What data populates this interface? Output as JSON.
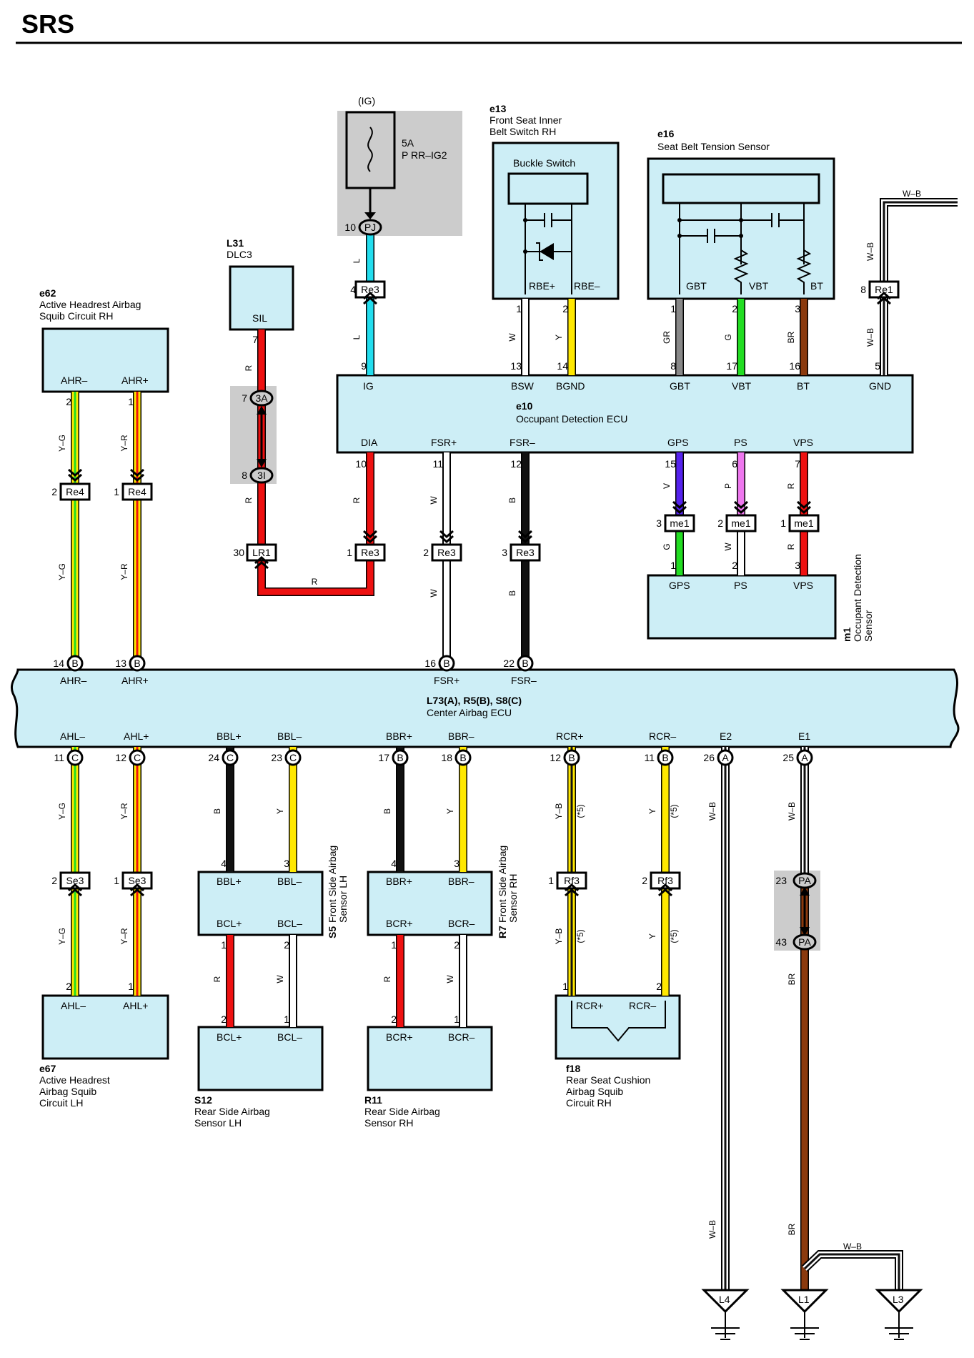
{
  "page_title": "SRS",
  "colors": {
    "box_fill": "#cdeef6",
    "connector_fill": "#cccccc",
    "Y": "#ffe800",
    "G": "#22dd22",
    "R": "#ee1111",
    "B": "#111111",
    "W": "#ffffff",
    "L": "#22ddee",
    "V": "#5522ee",
    "P": "#ee77ee",
    "GR": "#888888",
    "BR": "#8b3a0e"
  },
  "components": {
    "fuse": {
      "ig": "(IG)",
      "rating": "5A",
      "name": "P RR–IG2"
    },
    "e13": {
      "code": "e13",
      "name1": "Front Seat Inner",
      "name2": "Belt Switch RH",
      "inner": "Buckle Switch",
      "p1": "RBE+",
      "p2": "RBE–"
    },
    "e16": {
      "code": "e16",
      "name1": "Seat Belt Tension Sensor",
      "p1": "GBT",
      "p2": "VBT",
      "p3": "BT"
    },
    "l31": {
      "code": "L31",
      "name1": "DLC3",
      "p1": "SIL"
    },
    "e62": {
      "code": "e62",
      "name1": "Active Headrest Airbag",
      "name2": "Squib Circuit RH",
      "p1": "AHR–",
      "p2": "AHR+"
    },
    "e10": {
      "code": "e10",
      "name1": "Occupant Detection ECU",
      "top": [
        "IG",
        "BSW",
        "BGND",
        "GBT",
        "VBT",
        "BT",
        "GND"
      ],
      "bottom": [
        "DIA",
        "FSR+",
        "FSR–",
        "GPS",
        "PS",
        "VPS"
      ]
    },
    "m1": {
      "code": "m1",
      "name1": "Occupant Detection",
      "name2": "Sensor",
      "p1": "GPS",
      "p2": "PS",
      "p3": "VPS"
    },
    "center": {
      "code": "L73(A), R5(B), S8(C)",
      "name1": "Center Airbag ECU",
      "top": [
        "AHR–",
        "AHR+",
        "FSR+",
        "FSR–"
      ],
      "bottom": [
        "AHL–",
        "AHL+",
        "BBL+",
        "BBL–",
        "BBR+",
        "BBR–",
        "RCR+",
        "RCR–",
        "E2",
        "E1"
      ]
    },
    "s5": {
      "code": "S5",
      "name1": "Front Side Airbag",
      "name2": "Sensor LH",
      "p1": "BBL+",
      "p2": "BBL–",
      "p3": "BCL+",
      "p4": "BCL–"
    },
    "r7": {
      "code": "R7",
      "name1": "Front Side Airbag",
      "name2": "Sensor RH",
      "p1": "BBR+",
      "p2": "BBR–",
      "p3": "BCR+",
      "p4": "BCR–"
    },
    "e67": {
      "code": "e67",
      "name1": "Active Headrest",
      "name2": "Airbag Squib",
      "name3": "Circuit LH",
      "p1": "AHL–",
      "p2": "AHL+"
    },
    "s12": {
      "code": "S12",
      "name1": "Rear Side Airbag",
      "name2": "Sensor LH",
      "p1": "BCL+",
      "p2": "BCL–"
    },
    "r11": {
      "code": "R11",
      "name1": "Rear Side Airbag",
      "name2": "Sensor RH",
      "p1": "BCR+",
      "p2": "BCR–"
    },
    "f18": {
      "code": "f18",
      "name1": "Rear Seat Cushion",
      "name2": "Airbag Squib",
      "name3": "Circuit RH",
      "p1": "RCR+",
      "p2": "RCR–"
    }
  },
  "grounds": [
    "L4",
    "L1",
    "L3"
  ],
  "note": "(*5)",
  "connectors": {
    "PJ": "PJ",
    "Re3": "Re3",
    "Re1": "Re1",
    "Re4": "Re4",
    "LR1": "LR1",
    "3A": "3A",
    "3I": "3I",
    "me1": "me1",
    "Se3": "Se3",
    "Rf3": "Rf3",
    "PA": "PA",
    "A": "A",
    "B": "B",
    "C": "C"
  },
  "wire_labels": {
    "YG": "Y–G",
    "YR": "Y–R",
    "YB": "Y–B",
    "WB": "W–B",
    "R": "R",
    "W": "W",
    "B": "B",
    "Y": "Y",
    "L": "L",
    "G": "G",
    "GR": "GR",
    "BR": "BR",
    "V": "V",
    "P": "P"
  },
  "pins": [
    "1",
    "2",
    "3",
    "4",
    "5",
    "6",
    "7",
    "8",
    "9",
    "10",
    "11",
    "12",
    "13",
    "14",
    "15",
    "16",
    "17",
    "18",
    "22",
    "23",
    "24",
    "25",
    "26",
    "30",
    "43"
  ]
}
